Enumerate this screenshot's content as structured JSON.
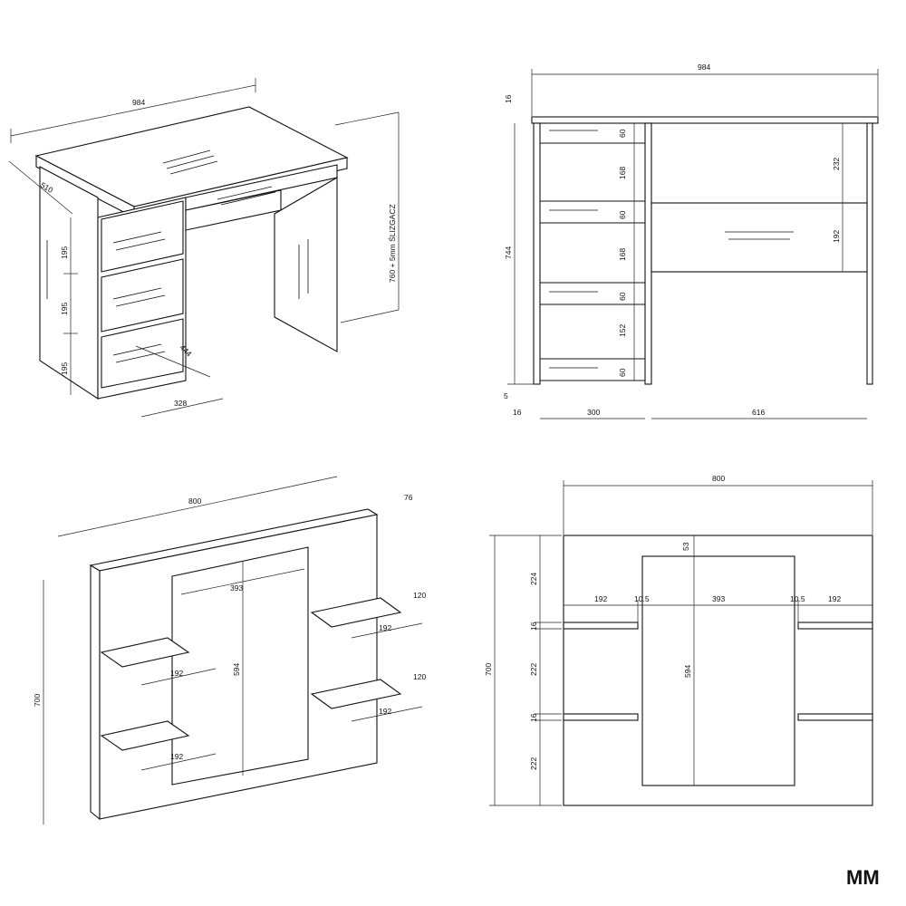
{
  "desk_iso": {
    "width": "984",
    "depth": "510",
    "height_note": "760 + 5mm ŚLIZGACZ",
    "drawer_h1": "195",
    "drawer_h2": "195",
    "drawer_h3": "195",
    "drawer_depth": "444",
    "drawer_width": "328"
  },
  "desk_front": {
    "width": "984",
    "top_thickness": "16",
    "height": "744",
    "glide": "5",
    "side_thickness": "16",
    "col_left": "300",
    "col_right": "616",
    "drawer_fronts": [
      "60",
      "168",
      "60",
      "168",
      "60",
      "152",
      "60"
    ],
    "right_top": "232",
    "right_drawer": "192"
  },
  "mirror_iso": {
    "width": "800",
    "depth": "76",
    "height": "700",
    "mirror_w": "393",
    "mirror_h": "594",
    "shelf_depth_1": "120",
    "shelf_depth_2": "120",
    "shelf_w_1": "192",
    "shelf_w_2": "192",
    "shelf_w_3": "192",
    "shelf_w_4": "192"
  },
  "mirror_front": {
    "width": "800",
    "height": "700",
    "top_gap": "53",
    "shelf_left": "192",
    "gap_left": "10.5",
    "mirror_w": "393",
    "gap_right": "10.5",
    "shelf_right": "192",
    "mirror_h": "594",
    "seg_top": "224",
    "shelf_t1": "16",
    "seg_mid": "222",
    "shelf_t2": "16",
    "seg_bot": "222"
  },
  "brand": {
    "logo": "MM"
  }
}
